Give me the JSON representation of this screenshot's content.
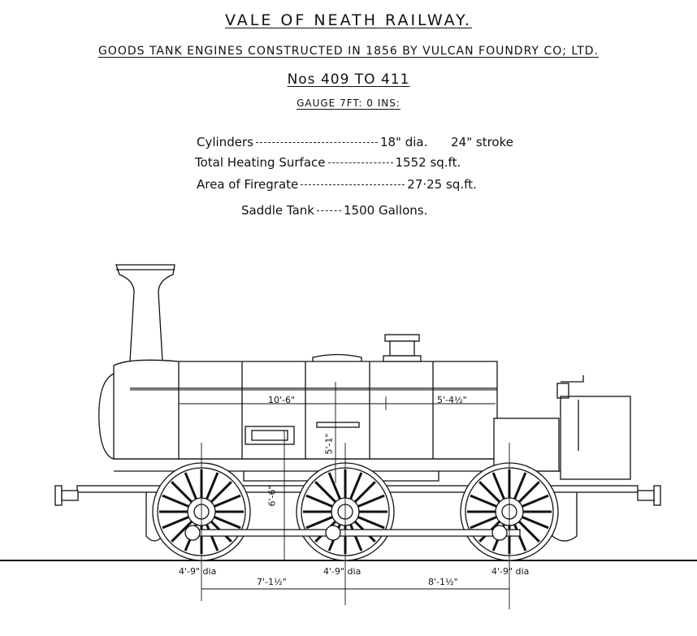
{
  "header": {
    "title": "VALE OF NEATH RAILWAY.",
    "subtitle": "GOODS TANK ENGINES CONSTRUCTED IN 1856 BY VULCAN FOUNDRY CO; LTD.",
    "numbers": "Nos 409 TO 411",
    "gauge": "GAUGE 7FT: 0 INS:"
  },
  "specs": [
    {
      "label": "Cylinders",
      "value": "18\" dia.",
      "extra": "24\" stroke"
    },
    {
      "label": "Total Heating Surface",
      "value": "1552 sq.ft."
    },
    {
      "label": "Area of Firegrate",
      "value": "27·25 sq.ft."
    },
    {
      "label": "Saddle Tank",
      "value": "1500 Gallons."
    }
  ],
  "dimensions": {
    "tank_front": "10'-6\"",
    "tank_rear": "5'-4½\"",
    "height_boiler": "6'-6\"",
    "height_tank": "5'-1\"",
    "wheel_front": "4'-9\" dia",
    "wheel_middle": "4'-9\" dia",
    "wheel_rear": "4'-9\" dia",
    "wheelbase_front": "7'-1½\"",
    "wheelbase_rear": "8'-1½\""
  }
}
